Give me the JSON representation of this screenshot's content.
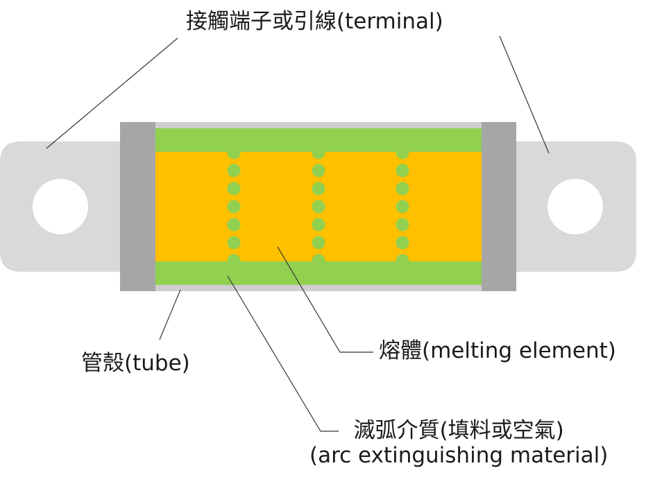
{
  "diagram": {
    "title": "",
    "labels": {
      "terminal": "接觸端子或引線(terminal)",
      "tube": "管殼(tube)",
      "melting_element": "熔體(melting element)",
      "arc_material_line1": "滅弧介質(填料或空氣)",
      "arc_material_line2": "(arc extinguishing material)"
    },
    "parts": [
      {
        "name": "terminal",
        "count": 2,
        "color": "#d9d9d9"
      },
      {
        "name": "end-cap",
        "count": 2,
        "color": "#a6a6a6"
      },
      {
        "name": "tube",
        "count": 1,
        "color": "#d0cece"
      },
      {
        "name": "arc-extinguishing-material",
        "count": 1,
        "color": "#92d050"
      },
      {
        "name": "melting-element",
        "count": 1,
        "color": "#ffc000"
      }
    ],
    "perforation_columns": 3,
    "perforation_holes_per_column": 7,
    "colors": {
      "terminal": "#d9d9d9",
      "terminal_hole": "#ffffff",
      "end_cap": "#a6a6a6",
      "tube": "#d0cece",
      "arc_material": "#92d050",
      "melting_element": "#ffc000",
      "leader_line": "#333333",
      "text": "#1a1a1a"
    }
  }
}
